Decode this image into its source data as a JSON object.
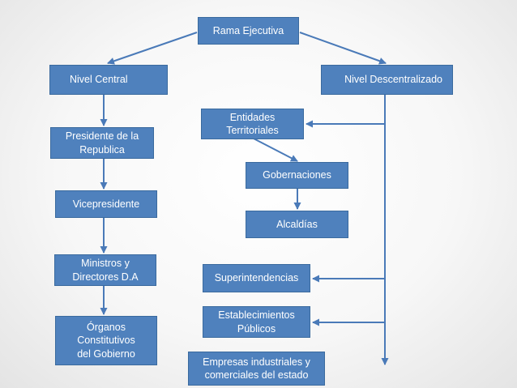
{
  "diagram": {
    "root": "Rama Ejecutiva",
    "central": {
      "title": "Nivel Central",
      "items": [
        "Presidente de la\nRepublica",
        "Vicepresidente",
        "Ministros y\nDirectores D.A",
        "Órganos\nConstitutivos\ndel Gobierno"
      ]
    },
    "descentralizado": {
      "title": "Nivel Descentralizado",
      "entidades": "Entidades\nTerritoriales",
      "gobernaciones": "Gobernaciones",
      "alcaldias": "Alcaldías",
      "superintendencias": "Superintendencias",
      "establecimientos": "Establecimientos\nPúblicos",
      "empresas": "Empresas industriales y\ncomerciales del estado"
    }
  },
  "colors": {
    "node_fill": "#4f81bd",
    "node_border": "#3a6a9e",
    "node_text": "#ffffff",
    "arrow": "#4a7ab8"
  }
}
